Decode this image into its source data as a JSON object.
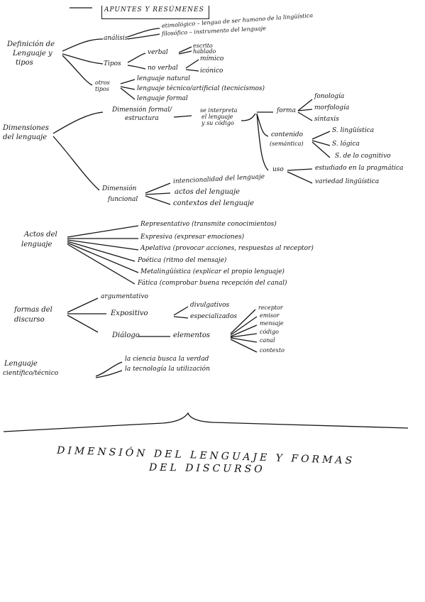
{
  "header": "APUNTES Y RESÚMENES",
  "sections": {
    "definicion": {
      "title": [
        "Definición de",
        "Lenguaje y",
        "tipos"
      ],
      "analisis": "análisis",
      "analisis_items": [
        "etimológico – lengua de ser humano de la lingüística",
        "filosófico – instrumento del lenguaje"
      ],
      "tipos": "Tipos",
      "tipos_items": [
        "verbal",
        "no verbal"
      ],
      "verbal_sub": [
        "escrito",
        "hablado"
      ],
      "noverbal_sub": [
        "mímico",
        "icónico"
      ],
      "otros": [
        "otros",
        "tipos"
      ],
      "otros_items": [
        "lenguaje natural",
        "lenguaje técnico/artificial (tecnicismos)",
        "lenguaje formal"
      ]
    },
    "dimensiones": {
      "title": [
        "Dimensiones",
        "del lenguaje"
      ],
      "formal": [
        "Dimensión formal/",
        "estructura"
      ],
      "formal_note": [
        "se interpreta",
        "el lenguaje",
        "y su código"
      ],
      "forma": "forma",
      "forma_items": [
        "fonología",
        "morfología",
        "sintaxis"
      ],
      "contenido": [
        "contenido",
        "(semántica)"
      ],
      "contenido_items": [
        "S. lingüística",
        "S. lógica",
        "S. de lo cognitivo"
      ],
      "uso": "uso",
      "uso_items": [
        "estudiado en la pragmática",
        "variedad lingüística"
      ],
      "funcional": [
        "Dimensión",
        "funcional"
      ],
      "funcional_items": [
        "intencionalidad del lenguaje",
        "actos del lenguaje",
        "contextos del lenguaje"
      ]
    },
    "actos": {
      "title": [
        "Actos del",
        "lenguaje"
      ],
      "items": [
        "Representativo (transmite conocimientos)",
        "Expresiva (expresar emociones)",
        "Apelativa (provocar acciones, respuestas al receptor)",
        "Poética (ritmo del mensaje)",
        "Metalingüística (explicar el propio lenguaje)",
        "Fática (comprobar buena recepción del canal)"
      ]
    },
    "formas": {
      "title": [
        "formas del",
        "discurso"
      ],
      "argumentativo": "argumentativo",
      "expositivo": "Expositivo",
      "expositivo_items": [
        "divulgativos",
        "especializados"
      ],
      "dialogo": "Diálogo",
      "elementos": "elementos",
      "elementos_items": [
        "receptor",
        "emisor",
        "mensaje",
        "código",
        "canal",
        "contexto"
      ]
    },
    "cientifico": {
      "title": [
        "Lenguaje",
        "científico/técnico"
      ],
      "items": [
        "la ciencia busca la verdad",
        "la tecnología la utilización"
      ]
    }
  },
  "footer": [
    "DIMENSIÓN DEL LENGUAJE Y FORMAS",
    "DEL DISCURSO"
  ]
}
